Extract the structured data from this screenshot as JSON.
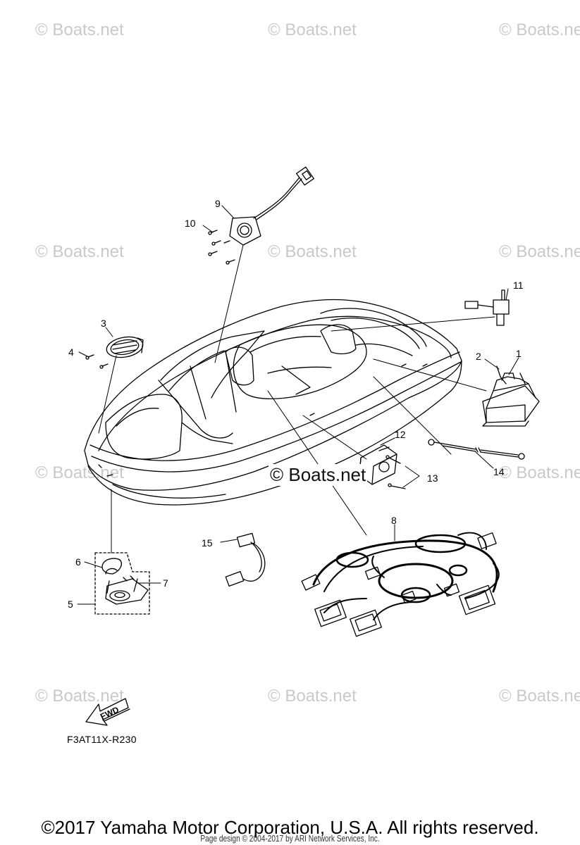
{
  "watermark": "© Boats.net",
  "center_watermark": "© Boats.net",
  "callouts": [
    "1",
    "2",
    "3",
    "4",
    "5",
    "6",
    "7",
    "8",
    "9",
    "10",
    "11",
    "12",
    "13",
    "14",
    "15"
  ],
  "figure_code": "F3AT11X-R230",
  "fwd_label": "FWD",
  "copyright": "©2017 Yamaha Motor Corporation, U.S.A. All rights reserved.",
  "page_design": "Page design © 2004-2017 by ARI Network Services, Inc."
}
